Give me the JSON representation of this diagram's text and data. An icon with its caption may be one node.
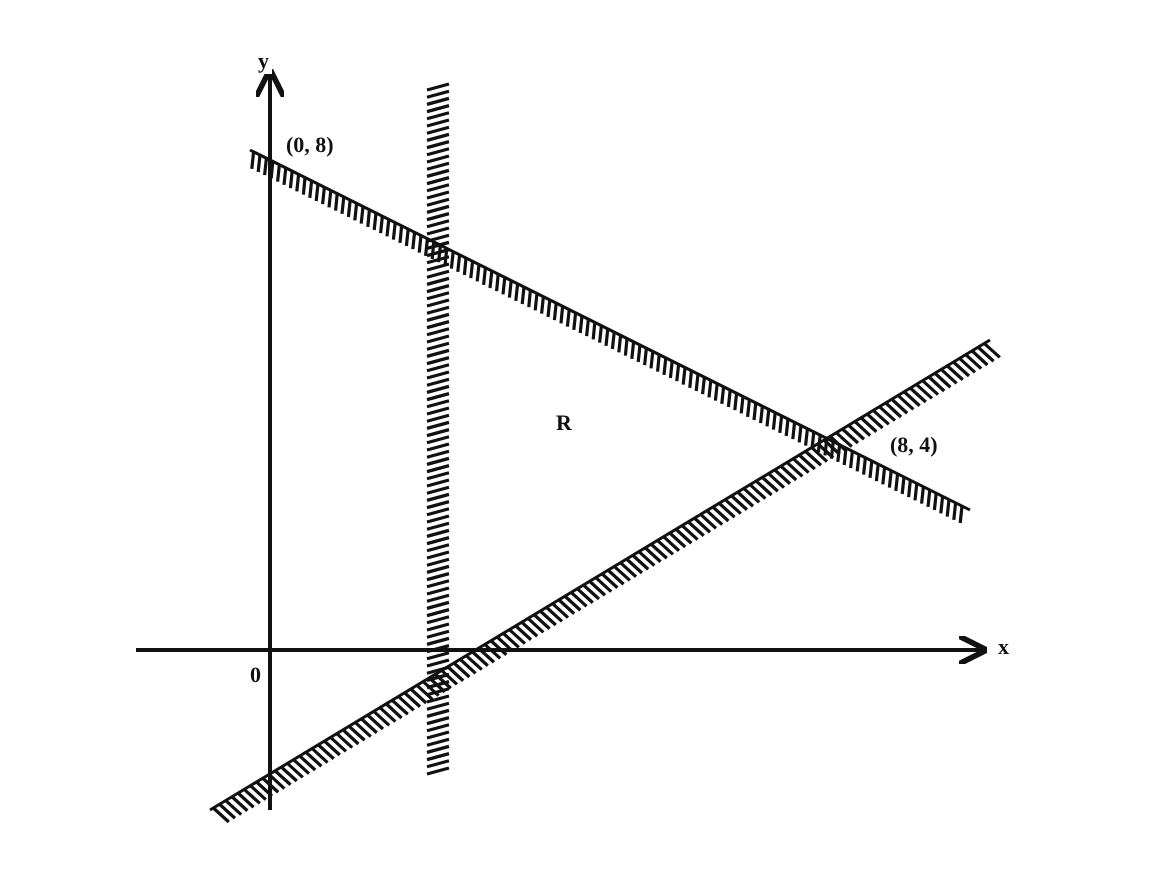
{
  "diagram": {
    "labels": [
      "y",
      "(0, 8)",
      "R",
      "(8, 4)",
      "0",
      "x"
    ]
  }
}
